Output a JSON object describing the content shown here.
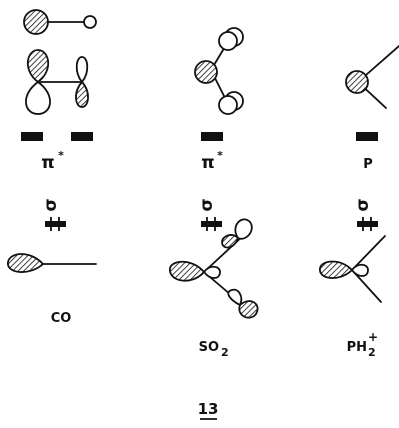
{
  "figure_number": "13",
  "columns": [
    {
      "molecule": "CO",
      "upper_orbital": "π",
      "upper_mark": "*",
      "lower_orbital": "σ"
    },
    {
      "molecule": "SO",
      "molecule_subscript": "2",
      "upper_orbital": "π",
      "upper_mark": "*",
      "lower_orbital": "σ"
    },
    {
      "molecule": "PH",
      "molecule_subscript": "2",
      "molecule_superscript": "+",
      "upper_orbital": "P",
      "lower_orbital": "σ"
    }
  ],
  "colors": {
    "ink": "#111111",
    "paper": "#ffffff"
  }
}
